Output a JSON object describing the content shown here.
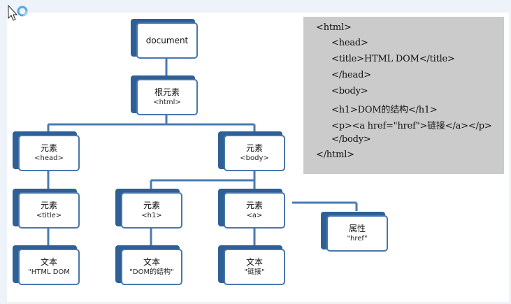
{
  "nodes": {
    "document": {
      "label": "document",
      "sub": ""
    },
    "root": {
      "label": "根元素",
      "sub": "<html>"
    },
    "head": {
      "label": "元素",
      "sub": "<head>"
    },
    "body": {
      "label": "元素",
      "sub": "<body>"
    },
    "title": {
      "label": "元素",
      "sub": "<title>"
    },
    "h1": {
      "label": "元素",
      "sub": "<h1>"
    },
    "a": {
      "label": "元素",
      "sub": "<a>"
    },
    "attr": {
      "label": "属性",
      "sub": "\"href\""
    },
    "text_title": {
      "label": "文本",
      "sub": "\"HTML DOM"
    },
    "text_h1": {
      "label": "文本",
      "sub": "\"DOM的结构\""
    },
    "text_a": {
      "label": "文本",
      "sub": "\"链接\""
    }
  },
  "code_lines": [
    "<html>",
    "<head>",
    "<title>HTML DOM</title>",
    "</head>",
    "<body>",
    "<h1>DOM的结构</h1>",
    "<p><a href=\"href\">链接</a></p>",
    "</body>",
    "</html>"
  ],
  "colors": {
    "node_shadow": "#2e5f97",
    "node_border": "#4777ad",
    "connector": "#4a7bb2",
    "code_bg": "#cbcbcb",
    "page_bg": "#edf3f9"
  }
}
